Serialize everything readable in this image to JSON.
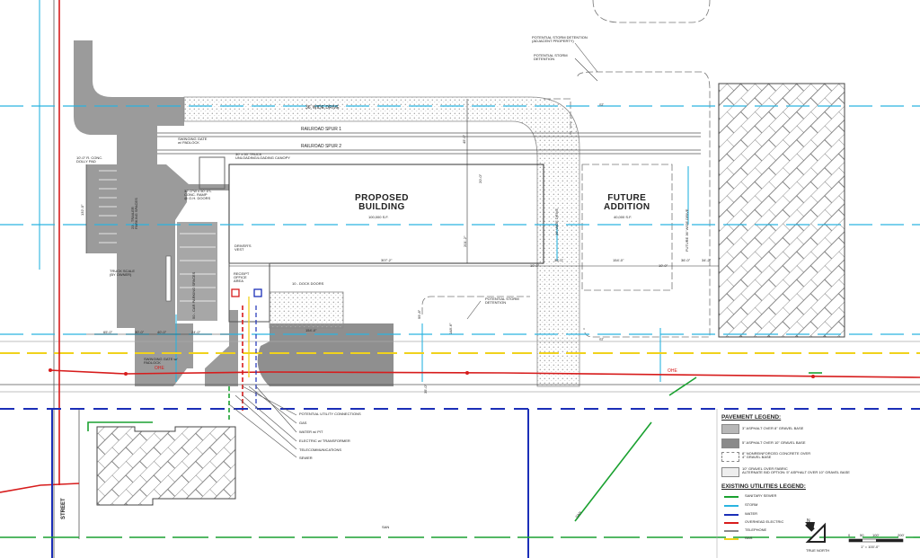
{
  "drive_top": "36' WIDE DRIVE",
  "drive_right": "36' WIDE DRIVE",
  "drive_future": "FUTURE 36' WIDE DRIVE",
  "railroad_1": "RAILROAD SPUR 1",
  "railroad_2": "RAILROAD SPUR 2",
  "swinging_gate_top": "SWINGING GATE\nw/ PADLOCK",
  "swinging_gate_bottom": "SWINGING GATE w/\nPADLOCK",
  "dolly_pad": "10'-0\" R. CONC.\nDOLLY PAD",
  "trailer_parking": "23 - TRAILER\nPARKING SPACES",
  "truck_canopy": "30' x 50' TRUCK\nUNLOADING/LOADING CANOPY",
  "conc_ramp": "32'-0\"W x 50'-0\"L\nCONC. RAMP\n@ O.H. DOORS",
  "car_parking": "50 - CAR PARKING SPACES",
  "building_title": "PROPOSED\nBUILDING",
  "building_area": "100,000 S.F.",
  "future_title": "FUTURE\nADDITION",
  "future_area": "40,000 S.F.",
  "drivers_vest": "DRIVER'S\nVEST",
  "receipt_office": "RECEIPT\nOFFICE\nAREA",
  "truck_scale": "TRUCK SCALE\n(BY OWNER)",
  "dock_doors": "10 - DOCK DOORS",
  "storm_adjacent": "POTENTIAL STORM DETENTION\n(ADJACENT PROPERTY)",
  "storm_potential": "POTENTIAL STORM\nDETENTION",
  "storm_detention": "POTENTIAL STORM\nDETENTION",
  "st_label": "ST",
  "ohe_label": "OHE",
  "san_label": "SAN",
  "street_label": "STREET",
  "dims": {
    "d_307": "307'-2\"",
    "d_154": "154'-0\"",
    "d_10a": "10'-0\"",
    "d_10b": "10'-0\"",
    "d_36a": "36'-0\"",
    "d_36b": "36'-0\"",
    "d_34": "34'-2\"",
    "d_45": "45'-0\"",
    "d_20": "20'-0\"",
    "d_201": "201'-2\"",
    "d_132": "132'-0\"",
    "d_65": "65'-0\"",
    "d_30": "30'-0\"",
    "d_40": "40'-0\"",
    "d_24": "24'-0\"",
    "d_154b": "154'-0\"",
    "d_148": "148'-6\"",
    "d_99": "99'-8\"",
    "d_35": "35'-0\""
  },
  "util_callouts": [
    "POTENTIAL UTILITY CONNECTIONS",
    "GAS",
    "WATER w/ PIT",
    "ELECTRIC w/ TRANSFORMER",
    "TELECOMMUNICATIONS",
    "SEWER"
  ],
  "pavement_legend": {
    "title": "PAVEMENT LEGEND:",
    "items": [
      "3\" ASPHALT OVER 8\" GRAVEL BASE",
      "5\" ASPHALT OVER 10\" GRAVEL BASE",
      "8\" NONREINFORCED CONCRETE OVER\n4\" GRAVEL BASE",
      "10\" GRAVEL OVER FABRIC\nALTERNATE BID OPTION: 5\" ASPHALT OVER 10\" GRAVEL BASE"
    ]
  },
  "utilities_legend": {
    "title": "EXISTING UTILITIES LEGEND:",
    "items": [
      {
        "label": "SANITARY SEWER",
        "color": "#1aa130"
      },
      {
        "label": "STORM",
        "color": "#2ab4e0"
      },
      {
        "label": "WATER",
        "color": "#1b2fb8"
      },
      {
        "label": "OVERHEAD ELECTRIC",
        "color": "#d71c1c"
      },
      {
        "label": "TELEPHONE",
        "color": "#8a8a8a"
      },
      {
        "label": "GAS",
        "color": "#f0d21c"
      }
    ]
  },
  "north_label": "TRUE NORTH",
  "north_letter": "N",
  "scale_ticks": [
    "0",
    "50",
    "100'",
    "200'"
  ],
  "scale_text": "1\" = 100'-0\""
}
